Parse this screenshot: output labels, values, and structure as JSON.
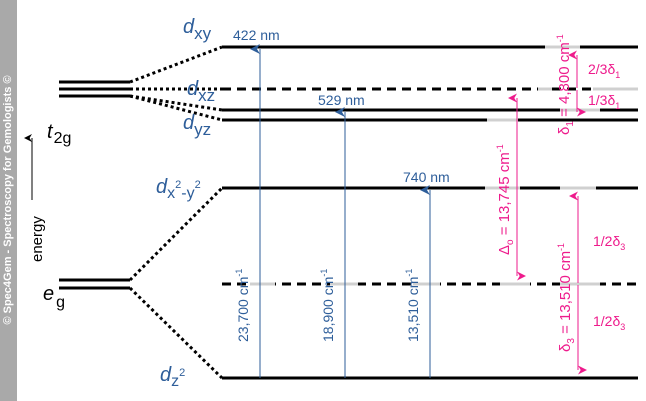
{
  "sidebar": {
    "copyright": "© Spec4Gem - Spectroscopy for Gemologists ©"
  },
  "axis": {
    "energy_label": "energy"
  },
  "groups": {
    "t2g": {
      "main": "t",
      "sub": "2g"
    },
    "eg": {
      "main": "e",
      "sub": "g"
    }
  },
  "levels": {
    "dxy": {
      "main": "d",
      "sub": "xy"
    },
    "dxz": {
      "main": "d",
      "sub": "xz"
    },
    "dyz": {
      "main": "d",
      "sub": "yz"
    },
    "dx2y2": {
      "main": "d",
      "sub": "x",
      "sup1": "2",
      "mid": "-y",
      "sup2": "2"
    },
    "dz2": {
      "main": "d",
      "sub": "z",
      "sup": "2"
    }
  },
  "transitions": [
    {
      "wavelength": "422 nm",
      "energy_text": "23,700  cm",
      "exp": "-1"
    },
    {
      "wavelength": "529 nm",
      "energy_text": "18,900  cm",
      "exp": "-1"
    },
    {
      "wavelength": "740 nm",
      "energy_text": "13,510  cm",
      "exp": "-1"
    }
  ],
  "splittings": {
    "delta_o": {
      "sym": "Δ",
      "sub": "o",
      "value": " = 13,745 cm",
      "exp": "-1"
    },
    "delta_1": {
      "sym": "δ",
      "sub": "1",
      "value": " = 4,800 cm",
      "exp": "-1"
    },
    "delta_3": {
      "sym": "δ",
      "sub": "3",
      "value": " = 13,510 cm",
      "exp": "-1"
    },
    "two_thirds_d1": {
      "frac": "2/3δ",
      "sub": "1"
    },
    "one_third_d1": {
      "frac": "1/3δ",
      "sub": "1"
    },
    "half_d3_upper": {
      "frac": "1/2δ",
      "sub": "3"
    },
    "half_d3_lower": {
      "frac": "1/2δ",
      "sub": "3"
    }
  },
  "colors": {
    "level": "#000000",
    "transition": "#2e5e9a",
    "splitting": "#ee1b8c",
    "sidebar": "#a9a9a9",
    "gray_dash": "#d0d0d0"
  }
}
